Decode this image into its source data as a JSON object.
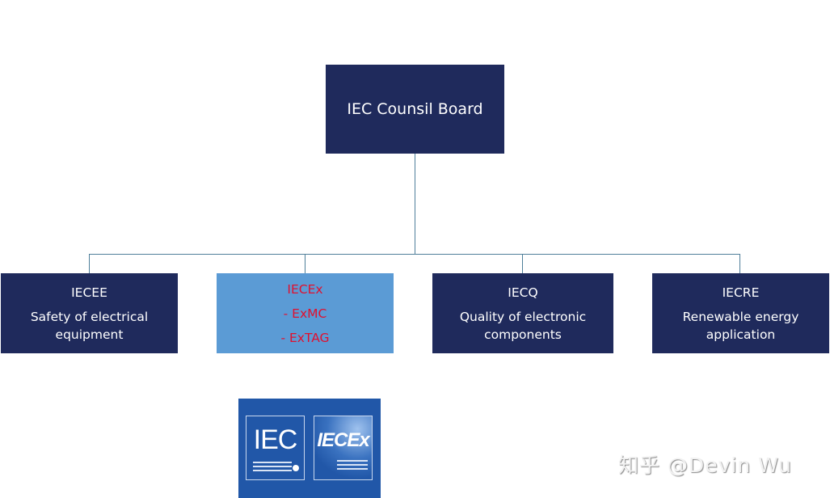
{
  "diagram": {
    "root": {
      "label": "IEC Counsil Board"
    },
    "children": [
      {
        "title": "IECEE",
        "lines": [
          "Safety of electrical",
          "equipment"
        ],
        "highlighted": false
      },
      {
        "title": "IECEx",
        "lines": [
          "- ExMC",
          "- ExTAG"
        ],
        "highlighted": true
      },
      {
        "title": "IECQ",
        "lines": [
          "Quality of electronic",
          "components"
        ],
        "highlighted": false
      },
      {
        "title": "IECRE",
        "lines": [
          "Renewable energy",
          "application"
        ],
        "highlighted": false
      }
    ],
    "colors": {
      "dark_box": "#1f2a5c",
      "highlight_box": "#5b9bd5",
      "highlight_text": "#e0102f",
      "connector": "#4f7f9a"
    }
  },
  "logo": {
    "left_text": "IEC",
    "right_text": "IECEx"
  },
  "watermark": {
    "text": "知乎 @Devin Wu"
  }
}
